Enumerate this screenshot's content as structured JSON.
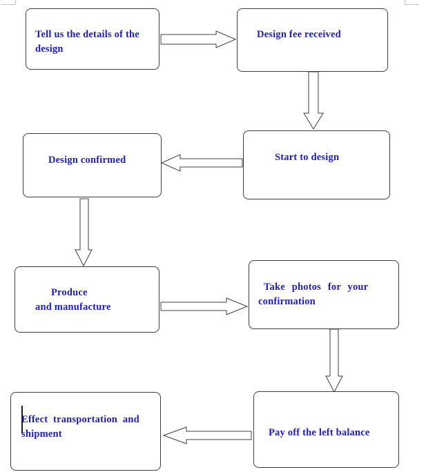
{
  "colors": {
    "text": "#1c1ccc",
    "border": "#3c3c3c",
    "arrow": "#3c3c3c"
  },
  "flow": {
    "step1": {
      "line1": "Tell us the details of the",
      "line2": "design"
    },
    "step2": {
      "label": "Design fee received"
    },
    "step3": {
      "label": "Start to design"
    },
    "step4": {
      "label": "Design confirmed"
    },
    "step5": {
      "line1": "Produce",
      "line2": "and manufacture"
    },
    "step6": {
      "line1": "Take photos for your",
      "line2": "confirmation"
    },
    "step7": {
      "label": "Pay off the left balance"
    },
    "step8": {
      "line1": "Effect transportation and",
      "line2": "shipment"
    }
  }
}
